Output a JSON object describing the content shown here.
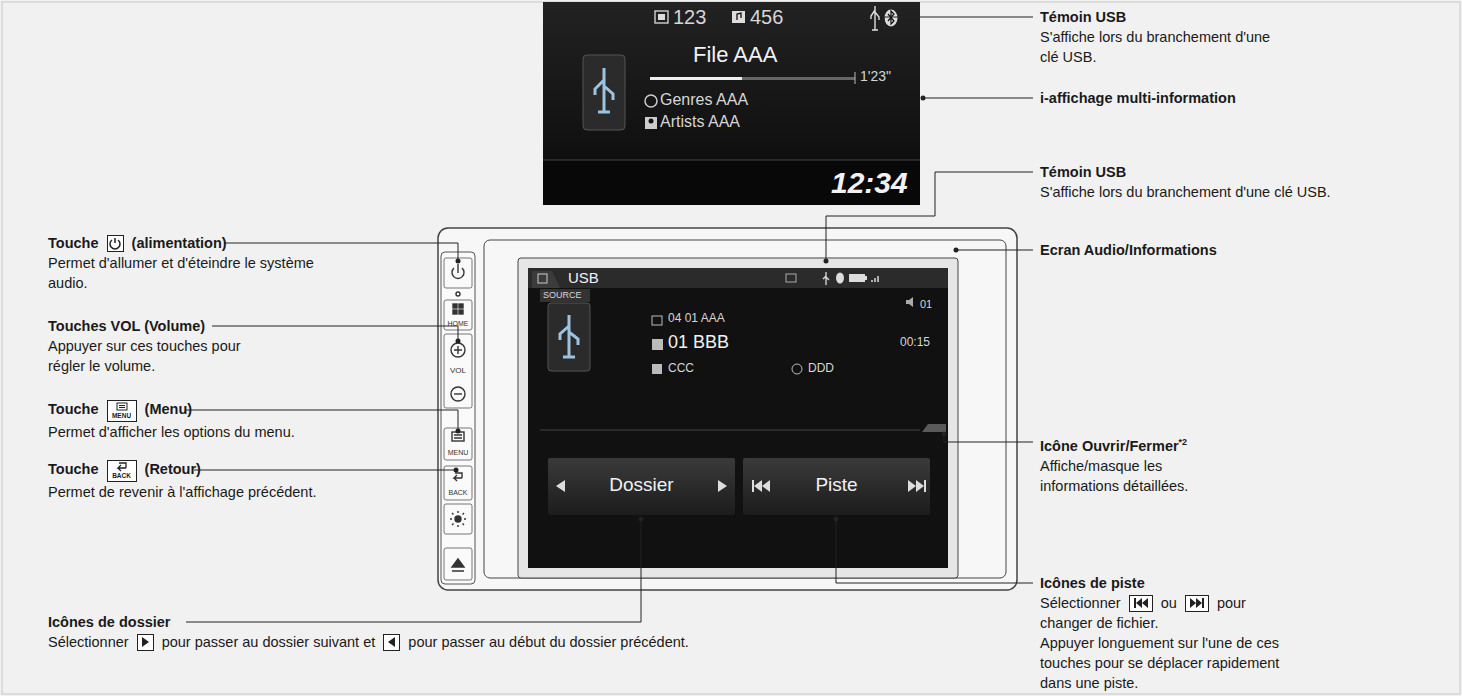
{
  "diagram": {
    "nodes": [
      {
        "text": [
          "123",
          "456",
          "File AAA",
          "1'23\"",
          "Genres AAA",
          "Artists AAA",
          "12:34"
        ]
      },
      {
        "text": [
          "HOME"
        ]
      },
      {
        "text": [
          "VOL"
        ]
      },
      {
        "text": [
          "MENU"
        ]
      },
      {
        "text": [
          "BACK"
        ]
      },
      {
        "text": [
          "USB",
          "SOURCE",
          "04 01 AAA",
          "01 BBB",
          "00:15",
          "CCC",
          "DDD",
          "01"
        ]
      },
      {
        "text": [
          "Dossier"
        ],
        "in": 5
      },
      {
        "text": [
          "Piste"
        ],
        "in": 5
      }
    ],
    "labels": [
      "Touche",
      "(alimentation)",
      "Permet d'allumer et d'éteindre le système audio.",
      "Touches VOL (Volume)",
      "Appuyer sur ces touches pour régler le volume.",
      "Touche",
      "MENU",
      "(Menu)",
      "Permet d'afficher les options du menu.",
      "Touche",
      "BACK",
      "(Retour)",
      "Permet de revenir à l'affichage précédent.",
      "Icônes de dossier",
      "Sélectionner",
      "pour passer au dossier suivant et",
      "pour passer au début du dossier précédent.",
      "Témoin USB",
      "S'affiche lors du branchement d'une clé USB.",
      "i-affichage multi-information",
      "Témoin USB",
      "S'affiche lors du branchement d'une clé USB.",
      "Ecran Audio/Informations",
      "Icône Ouvrir/Fermer",
      "*2",
      "Affiche/masque les informations détaillées.",
      "Icônes de piste",
      "Sélectionner",
      "ou",
      "pour changer de fichier.",
      "Appuyer longuement sur l'une de ces touches pour se déplacer rapidement dans une piste."
    ]
  }
}
